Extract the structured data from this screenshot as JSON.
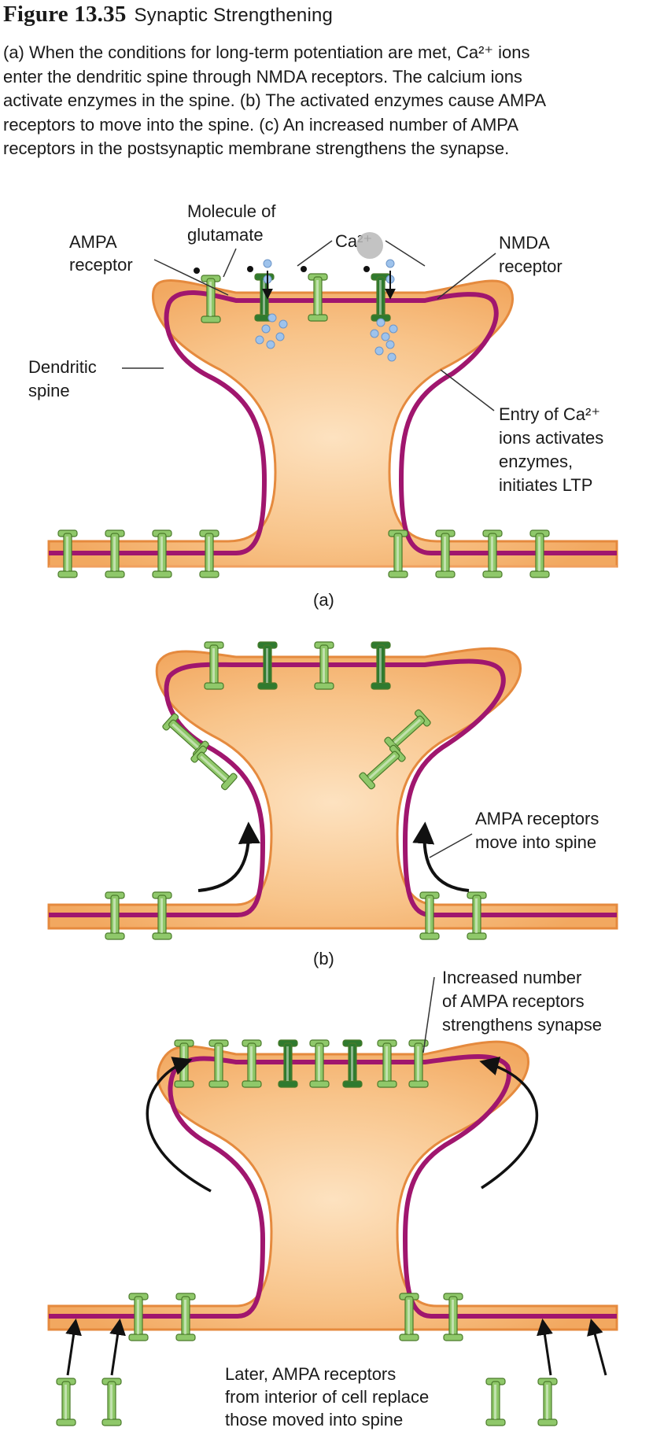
{
  "figure": {
    "number": "Figure 13.35",
    "title": "Synaptic Strengthening",
    "caption_lines": [
      "(a) When the conditions for long-term potentiation are met, Ca²⁺ ions",
      "enter the dendritic spine through NMDA receptors. The calcium ions",
      "activate enzymes in the spine. (b) The activated enzymes cause AMPA",
      "receptors to move into the spine. (c) An increased number of AMPA",
      "receptors in the postsynaptic membrane strengthens the synapse."
    ]
  },
  "panel_a": {
    "label": "(a)",
    "ampa_receptor": [
      "AMPA",
      "receptor"
    ],
    "glutamate": [
      "Molecule of",
      "glutamate"
    ],
    "calcium": "Ca²⁺",
    "nmda_receptor": [
      "NMDA",
      "receptor"
    ],
    "dendritic_spine": [
      "Dendritic",
      "spine"
    ],
    "entry_note": [
      "Entry of Ca²⁺",
      "ions activates",
      "enzymes,",
      "initiates LTP"
    ]
  },
  "panel_b": {
    "label": "(b)",
    "move_note": [
      "AMPA receptors",
      "move into spine"
    ]
  },
  "panel_c": {
    "increase_note": [
      "Increased number",
      "of AMPA receptors",
      "strengthens synapse"
    ],
    "replace_note": [
      "Later, AMPA receptors",
      "from interior of cell replace",
      "those moved into spine"
    ]
  },
  "colors": {
    "membrane": "#a0166e",
    "spine_fill": "#f6b774",
    "spine_edge": "#e8873a",
    "ampa": "#8fc86a",
    "nmda": "#2f7a2f",
    "calcium": "#9ec3ec"
  }
}
